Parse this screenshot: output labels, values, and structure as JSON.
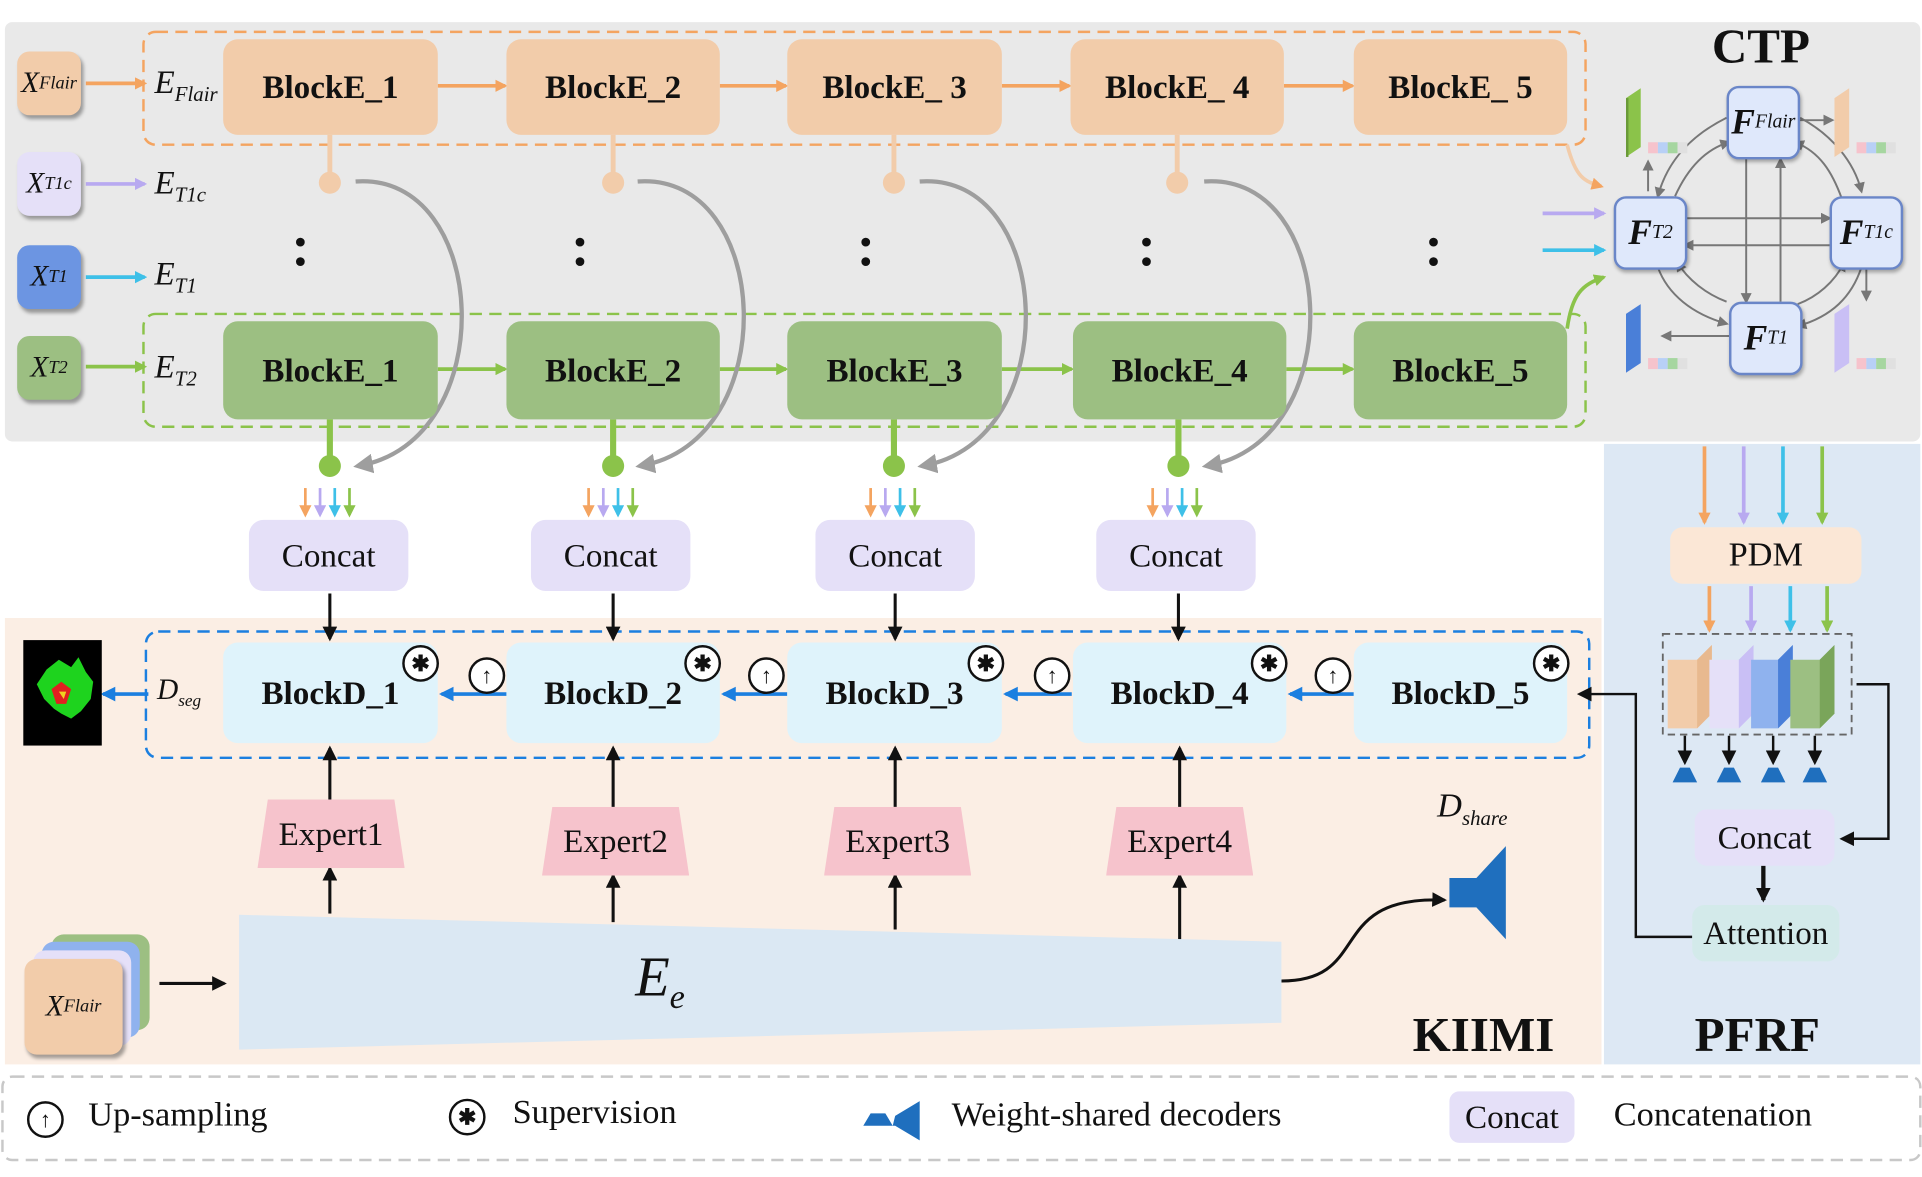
{
  "sections": {
    "ctp": "CTP",
    "kiimi": "KIIMI",
    "pfrf": "PFRF"
  },
  "inputs": {
    "x_flair": "X",
    "x_flair_sub": "Flair",
    "x_t1c": "X",
    "x_t1c_sub": "T1c",
    "x_t1": "X",
    "x_t1_sub": "T1",
    "x_t2": "X",
    "x_t2_sub": "T2"
  },
  "encoders": {
    "e_flair": "E",
    "e_flair_sub": "Flair",
    "e_t1c": "E",
    "e_t1c_sub": "T1c",
    "e_t1": "E",
    "e_t1_sub": "T1",
    "e_t2": "E",
    "e_t2_sub": "T2"
  },
  "flair_blocks": [
    "BlockE_1",
    "BlockE_2",
    "BlockE_ 3",
    "BlockE_ 4",
    "BlockE_ 5"
  ],
  "t2_blocks": [
    "BlockE_1",
    "BlockE_2",
    "BlockE_3",
    "BlockE_4",
    "BlockE_5"
  ],
  "concat_label": "Concat",
  "decoder_blocks": [
    "BlockD_1",
    "BlockD_2",
    "BlockD_3",
    "BlockD_4",
    "BlockD_5"
  ],
  "d_seg": {
    "main": "D",
    "sub": "seg"
  },
  "experts": [
    "Expert1",
    "Expert2",
    "Expert3",
    "Expert4"
  ],
  "shared_encoder": {
    "main": "E",
    "sub": "e"
  },
  "kiimi_input": {
    "main": "X",
    "sub": "Flair"
  },
  "d_share": {
    "main": "D",
    "sub": "share"
  },
  "ctp_nodes": {
    "flair": {
      "main": "F",
      "sub": "Flair"
    },
    "t2": {
      "main": "F",
      "sub": "T2"
    },
    "t1c": {
      "main": "F",
      "sub": "T1c"
    },
    "t1": {
      "main": "F",
      "sub": "T1"
    }
  },
  "pfrf": {
    "pdm": "PDM",
    "concat": "Concat",
    "attention": "Attention"
  },
  "legend": {
    "upsampling": "Up-sampling",
    "supervision": "Supervision",
    "shared_decoders": "Weight-shared decoders",
    "concat_box": "Concat",
    "concatenation": "Concatenation"
  },
  "colors": {
    "flair": "#f4a460",
    "t1c": "#b8a9f0",
    "t1": "#3ec0e8",
    "t2": "#8bc34a",
    "enc_orange": "#f2ccaa",
    "enc_green": "#9cbf82",
    "decoder": "#dff3fb",
    "concat": "#e5e0f8",
    "expert": "#f6c3cc",
    "upsample_arrow": "#1b7fe0"
  }
}
